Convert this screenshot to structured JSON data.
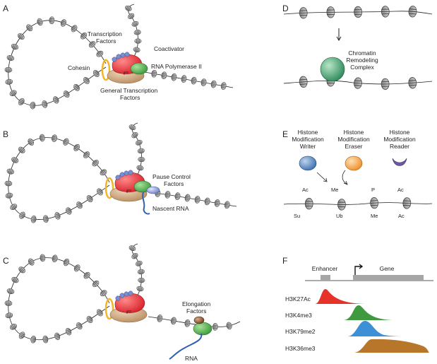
{
  "panels": {
    "A": {
      "letter": "A",
      "transcription_factors": [
        "Transcription",
        "Factors"
      ],
      "coactivator": "Coactivator",
      "rna_pol": "RNA Polymerase II",
      "cohesin": "Cohesin",
      "gtf": [
        "General Transcription",
        "Factors"
      ]
    },
    "B": {
      "letter": "B",
      "pause": [
        "Pause Control",
        "Factors"
      ],
      "nascent": "Nascent RNA"
    },
    "C": {
      "letter": "C",
      "elongation": [
        "Elongation",
        "Factors"
      ],
      "rna": "RNA"
    },
    "D": {
      "letter": "D",
      "remodeler": [
        "Chromatin",
        "Remodeling",
        "Complex"
      ]
    },
    "E": {
      "letter": "E",
      "writer": [
        "Histone",
        "Modification",
        "Writer"
      ],
      "eraser": [
        "Histone",
        "Modification",
        "Eraser"
      ],
      "reader": [
        "Histone",
        "Modification",
        "Reader"
      ],
      "marks_top": [
        "Ac",
        "Me",
        "P",
        "Ac"
      ],
      "marks_bottom": [
        "Su",
        "Ub",
        "Me",
        "Ac"
      ]
    },
    "F": {
      "letter": "F",
      "enhancer": "Enhancer",
      "gene": "Gene",
      "tracks": [
        "H3K27Ac",
        "H3K4me3",
        "H3K79me2",
        "H3K36me3"
      ]
    }
  },
  "colors": {
    "nucleosome": "#a0a0a0",
    "coactivator_red": "#e8323a",
    "polymerase_green": "#4caf50",
    "gtf_tan": "#c9a883",
    "cohesin_yellow": "#f2b52b",
    "tf_blue": "#7b8fd0",
    "pause_blue": "#8f9fdc",
    "rna_blue": "#2f5fb0",
    "elong_brown": "#8a5a3c",
    "remodeler_green": "#4aa071",
    "writer_blue": "#4c7fb8",
    "eraser_orange": "#f5a04a",
    "reader_purple": "#6e5aa3",
    "k27_red": "#e5332a",
    "k4_green": "#3f9a3f",
    "k79_blue": "#3d8fd6",
    "k36_brown": "#b8762a"
  }
}
